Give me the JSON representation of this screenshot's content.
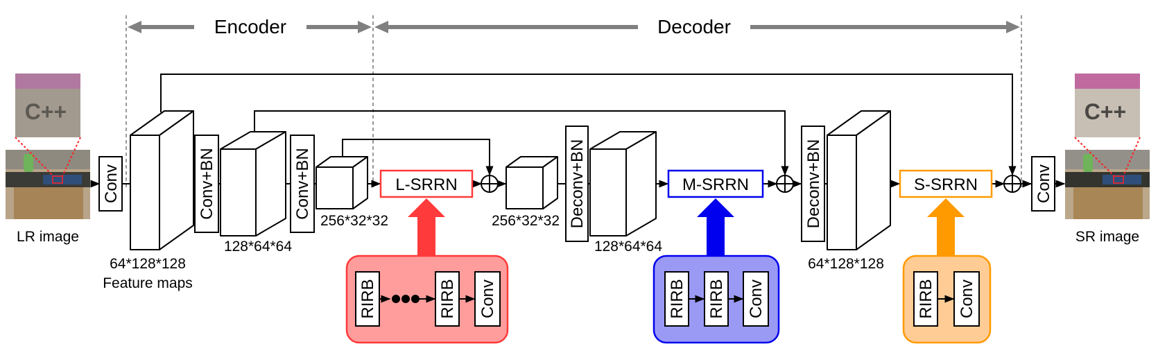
{
  "sections": {
    "encoder_label": "Encoder",
    "decoder_label": "Decoder"
  },
  "io": {
    "input_label": "LR image",
    "output_label": "SR image",
    "zoom_text": "C++"
  },
  "blocks": {
    "conv_in": "Conv",
    "conv_bn_1": "Conv+BN",
    "conv_bn_2": "Conv+BN",
    "deconv_bn_1": "Deconv+BN",
    "deconv_bn_2": "Deconv+BN",
    "conv_out": "Conv"
  },
  "feature_maps": {
    "fm1_dims": "64*128*128",
    "fm1_caption": "Feature maps",
    "fm2_dims": "128*64*64",
    "fm3_dims": "256*32*32",
    "fm4_dims": "256*32*32",
    "fm5_dims": "128*64*64",
    "fm6_dims": "64*128*128"
  },
  "srrn": {
    "large": {
      "label": "L-SRRN",
      "color": "#ff3a3a",
      "panel_fill": "#ff9c9c",
      "items": [
        "RIRB",
        "RIRB",
        "Conv"
      ]
    },
    "medium": {
      "label": "M-SRRN",
      "color": "#0000ee",
      "panel_fill": "#9a9af5",
      "items": [
        "RIRB",
        "RIRB",
        "Conv"
      ]
    },
    "small": {
      "label": "S-SRRN",
      "color": "#ff9a00",
      "panel_fill": "#ffcc95",
      "items": [
        "RIRB",
        "Conv"
      ]
    }
  },
  "colors": {
    "stroke": "#000000",
    "section_arrow": "#808080"
  }
}
